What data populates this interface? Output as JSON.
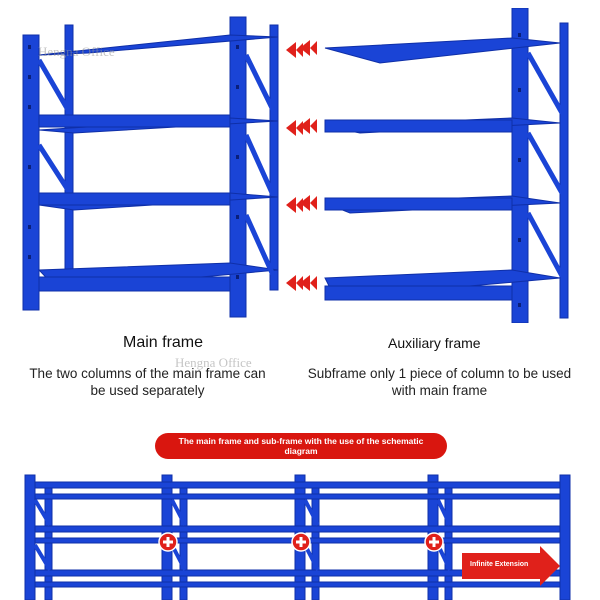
{
  "watermarks": [
    "Hengna Office",
    "Hengna Office"
  ],
  "main_frame": {
    "title": "Main frame",
    "description_line1": "The two columns of the main frame can",
    "description_line2": "be used separately"
  },
  "aux_frame": {
    "title": "Auxiliary frame",
    "description_line1": "Subframe only 1 piece of column to be used",
    "description_line2": "with main frame"
  },
  "banner": {
    "line1": "The main frame and sub-frame with the use of the schematic",
    "line2": "diagram"
  },
  "extension_label": "Infinite Extension",
  "colors": {
    "shelf_blue": "#1a44d6",
    "shelf_dark": "#0f2fa8",
    "banner_red": "#d9160f",
    "arrow_red": "#e0211b"
  }
}
